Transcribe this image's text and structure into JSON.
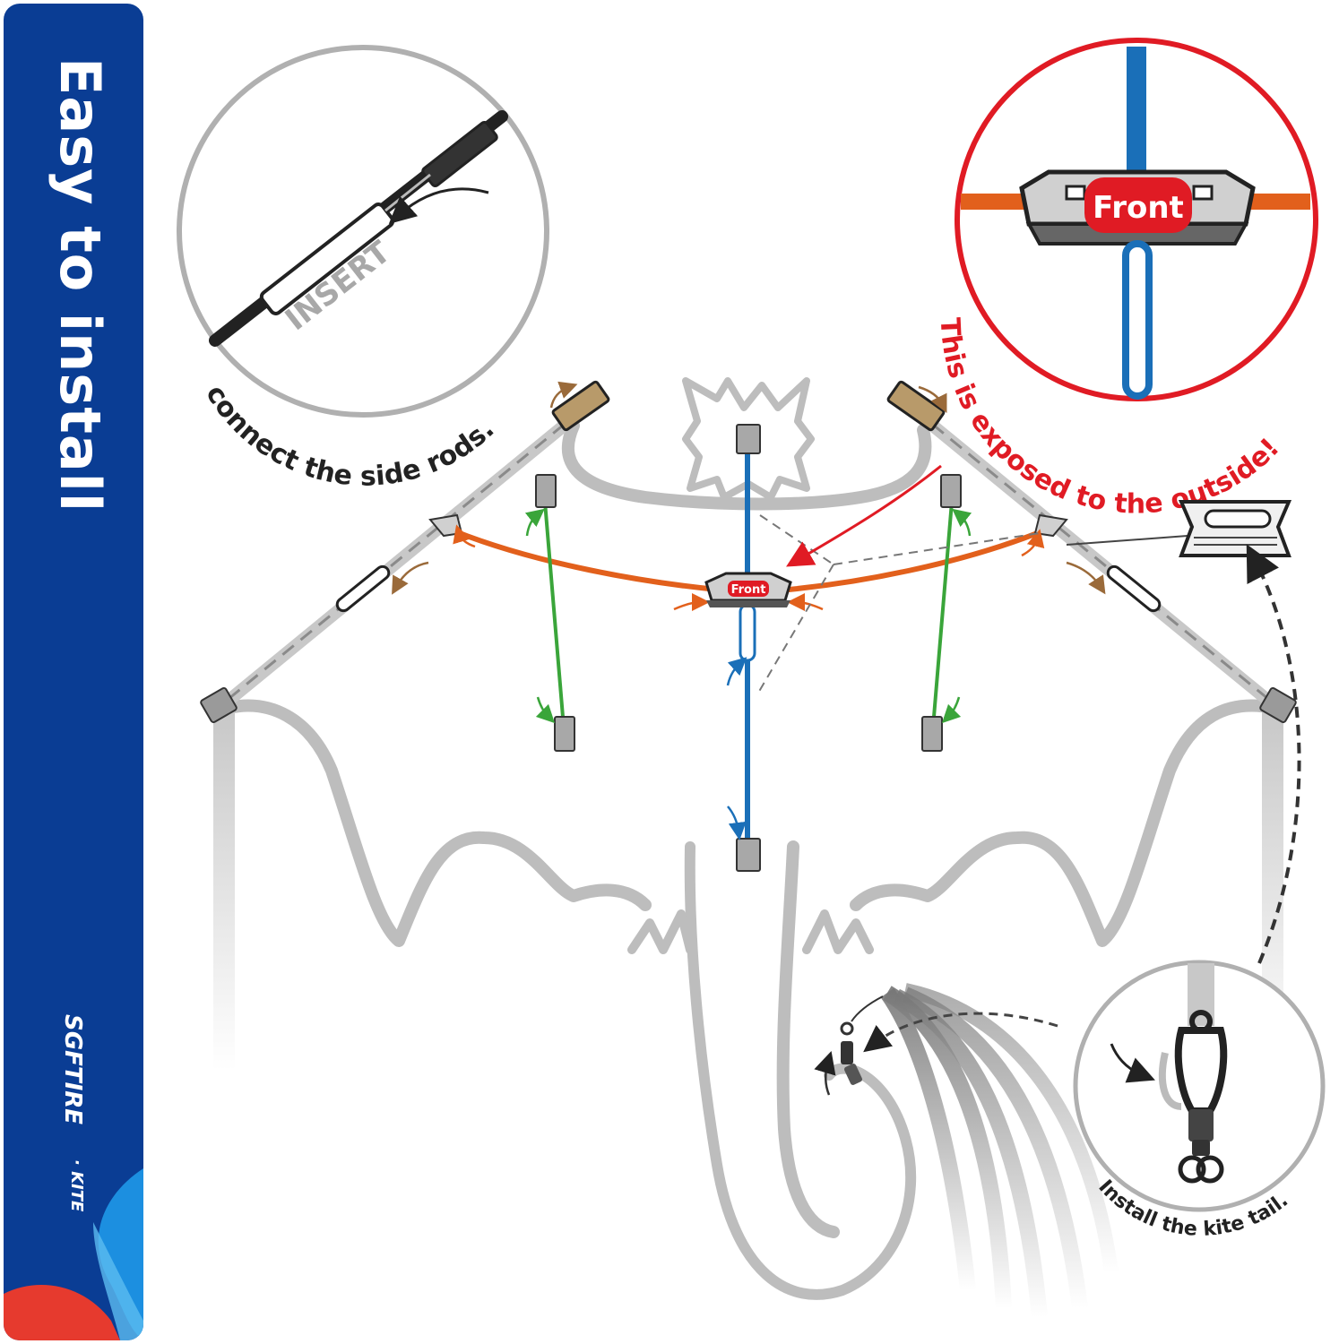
{
  "sidebar": {
    "title": "Easy to install",
    "brand_name": "SGFTIRE",
    "brand_suffix": "· KITE",
    "color": "#0a3d94"
  },
  "callouts": {
    "insert_label": "INSERT",
    "side_rods_caption": "connect the side rods.",
    "front_label": "Front",
    "front_small_label": "Front",
    "outside_warning": "This is exposed to the outside!",
    "tail_caption": "Install the kite tail."
  },
  "colors": {
    "spine": "#1a6fb8",
    "cross_spar": "#e2601c",
    "struts": "#3aa53a",
    "warning": "#e01b24",
    "outline": "#bdbdbd"
  },
  "icons": [
    "curved-arrow-icon",
    "snap-swivel-icon",
    "connector-icon",
    "kite-tail-icon"
  ]
}
